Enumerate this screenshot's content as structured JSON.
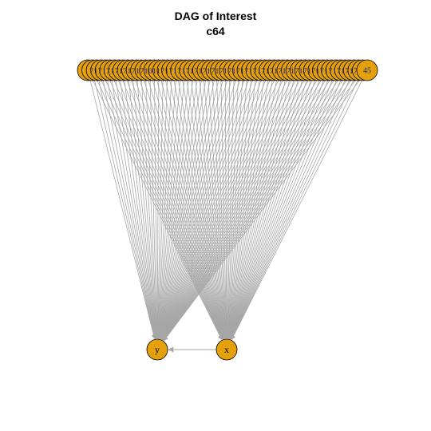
{
  "title": "DAG of Interest",
  "subtitle": "c64",
  "colors": {
    "node_fill": "#E5A10C",
    "node_stroke": "#000000",
    "label_color": "#1a1a8c",
    "edge_color": "#a6a6a6"
  },
  "graph": {
    "nodes": [
      {
        "id": "y",
        "label": "y"
      },
      {
        "id": "x",
        "label": "x"
      }
    ],
    "covariate_visible_label": "45",
    "edges_note": "",
    "edges": [
      {
        "from": "x",
        "to": "y"
      }
    ]
  }
}
